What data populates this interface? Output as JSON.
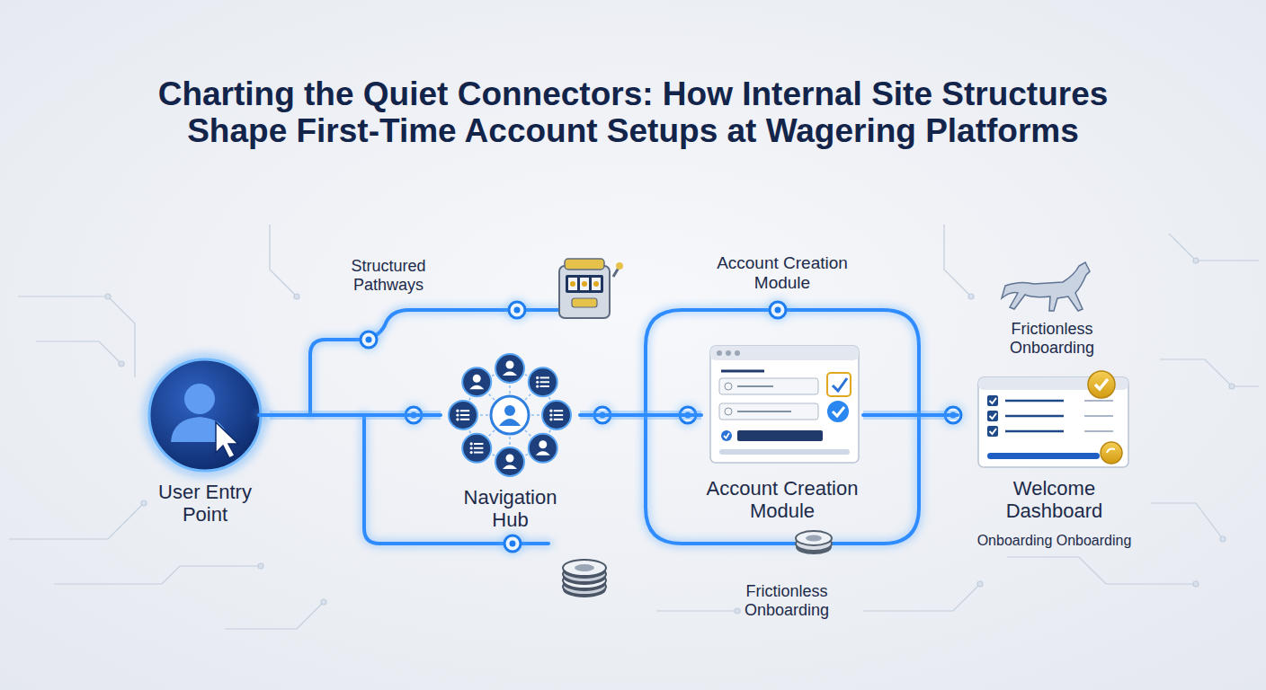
{
  "diagram": {
    "title": "Charting the Quiet Connectors: How Internal Site Structures Shape First-Time Account Setups at Wagering Platforms",
    "nodes": [
      {
        "text": [
          "User Entry Point"
        ]
      },
      {
        "text": [
          "Navigation Hub"
        ]
      },
      {
        "text": [
          "Account Creation Module"
        ]
      },
      {
        "text": [
          "Welcome Dashboard",
          "Onboarding Onboarding"
        ]
      }
    ],
    "edges": [
      {
        "from": 0,
        "to": 1,
        "arrow": "none"
      },
      {
        "from": 1,
        "to": 2,
        "arrow": "none"
      },
      {
        "from": 2,
        "to": 3,
        "arrow": "none"
      }
    ],
    "labels": [
      "Structured Pathways",
      "Account Creation Module",
      "Frictionless Onboarding",
      "Frictionless Onboarding"
    ]
  }
}
